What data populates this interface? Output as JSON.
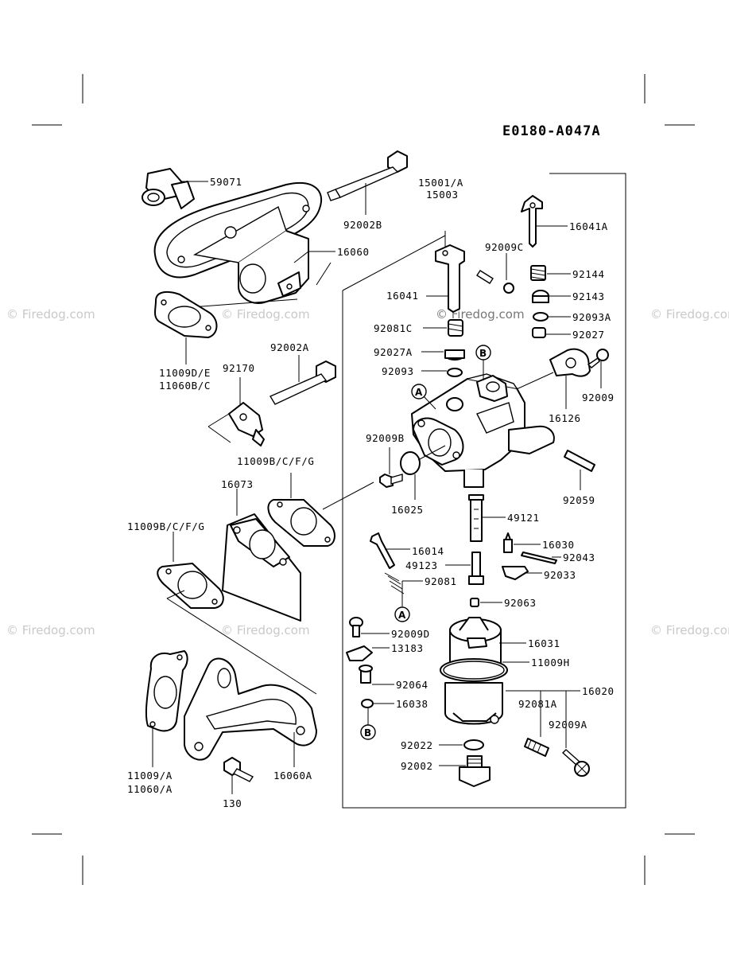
{
  "diagram_code": "E0180-A047A",
  "watermark": "© Firedog.com",
  "parts": {
    "p59071": "59071",
    "p92002B": "92002B",
    "p16060": "16060",
    "p11009DE": "11009D/E",
    "p11060BC": "11060B/C",
    "p92170": "92170",
    "p92002A": "92002A",
    "p11009BCFG_a": "11009B/C/F/G",
    "p16073": "16073",
    "p11009BCFG_b": "11009B/C/F/G",
    "p11009A": "11009/A",
    "p11060A": "11060/A",
    "p16060A": "16060A",
    "p130": "130",
    "p15001A": "15001/A",
    "p15003": "15003",
    "p16041A": "16041A",
    "p92009C": "92009C",
    "p92144": "92144",
    "p16041": "16041",
    "p92143": "92143",
    "p92081C": "92081C",
    "p92093A": "92093A",
    "p92027": "92027",
    "p92027A": "92027A",
    "p92093": "92093",
    "p92009": "92009",
    "p16126": "16126",
    "p92009B": "92009B",
    "p92059": "92059",
    "p16025": "16025",
    "p49121": "49121",
    "p16030": "16030",
    "p16014": "16014",
    "p92043": "92043",
    "p49123": "49123",
    "p92033": "92033",
    "p92081": "92081",
    "p92063": "92063",
    "p92009D": "92009D",
    "p16031": "16031",
    "p13183": "13183",
    "p11009H": "11009H",
    "p92064": "92064",
    "p16020": "16020",
    "p16038": "16038",
    "p92081A": "92081A",
    "p92009A": "92009A",
    "p92022": "92022",
    "p92002": "92002"
  },
  "markers": {
    "A": "A",
    "B": "B"
  }
}
